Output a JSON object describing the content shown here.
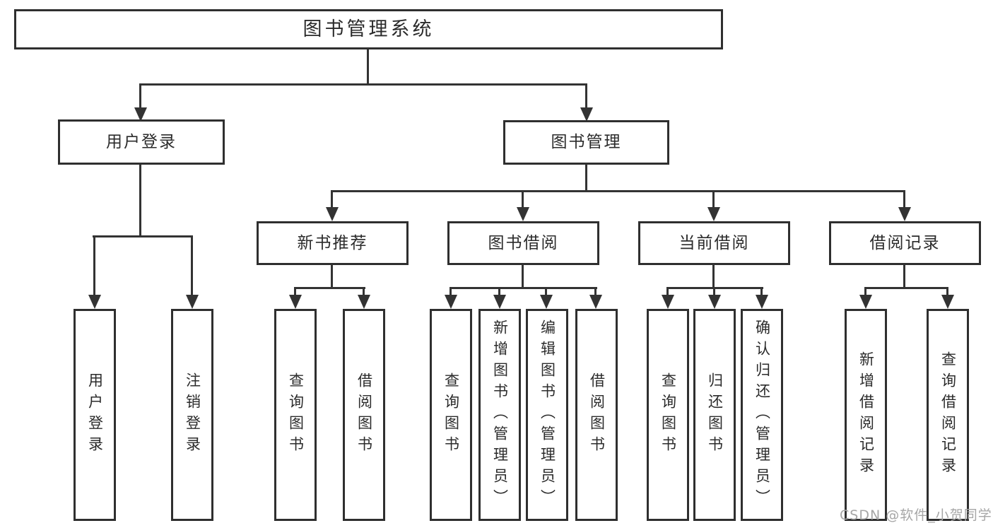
{
  "tree": {
    "label": "图书管理系统",
    "children": [
      {
        "label": "用户登录",
        "children": [
          {
            "label": "用户登录"
          },
          {
            "label": "注销登录"
          }
        ]
      },
      {
        "label": "图书管理",
        "children": [
          {
            "label": "新书推荐",
            "children": [
              {
                "label": "查询图书"
              },
              {
                "label": "借阅图书"
              }
            ]
          },
          {
            "label": "图书借阅",
            "children": [
              {
                "label": "查询图书"
              },
              {
                "label": "新增图书（管理员）"
              },
              {
                "label": "编辑图书（管理员）"
              },
              {
                "label": "借阅图书"
              }
            ]
          },
          {
            "label": "当前借阅",
            "children": [
              {
                "label": "查询图书"
              },
              {
                "label": "归还图书"
              },
              {
                "label": "确认归还（管理员）"
              }
            ]
          },
          {
            "label": "借阅记录",
            "children": [
              {
                "label": "新增借阅记录"
              },
              {
                "label": "查询借阅记录"
              }
            ]
          }
        ]
      }
    ]
  },
  "watermark": "CSDN @软件_小贺同学",
  "colors": {
    "line": "#333333",
    "box-border": "#2f2f2f",
    "text": "#2b2b2b",
    "watermark": "#a6a6a6",
    "background": "#ffffff"
  }
}
